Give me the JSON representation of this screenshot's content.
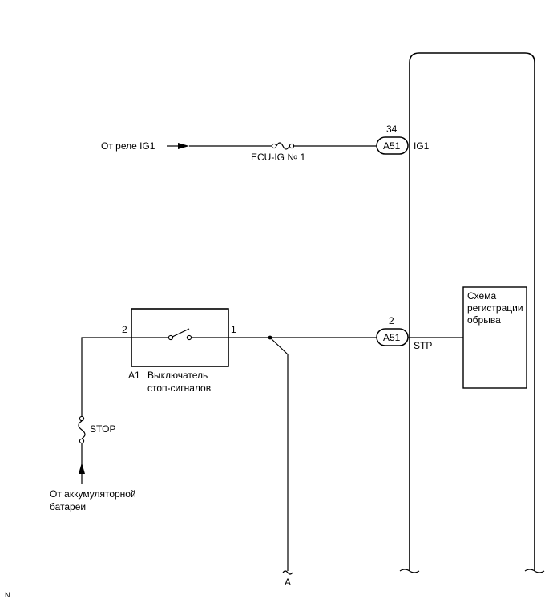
{
  "relay_source_label": "От реле IG1",
  "fuse_ecu_label": "ECU-IG № 1",
  "connector_a51_top": {
    "pin": "34",
    "name": "A51",
    "signal": "IG1"
  },
  "connector_a51_bottom": {
    "pin": "2",
    "name": "A51",
    "signal": "STP"
  },
  "detection_circuit": {
    "line1": "Схема",
    "line2": "регистрации",
    "line3": "обрыва"
  },
  "stop_switch": {
    "code": "A1",
    "name_line1": "Выключатель",
    "name_line2": "стоп-сигналов",
    "pin_left": "2",
    "pin_right": "1"
  },
  "fuse_stop_label": "STOP",
  "battery_source": {
    "line1": "От аккумуляторной",
    "line2": "батареи"
  },
  "branch_label": "A",
  "corner_mark": "N"
}
